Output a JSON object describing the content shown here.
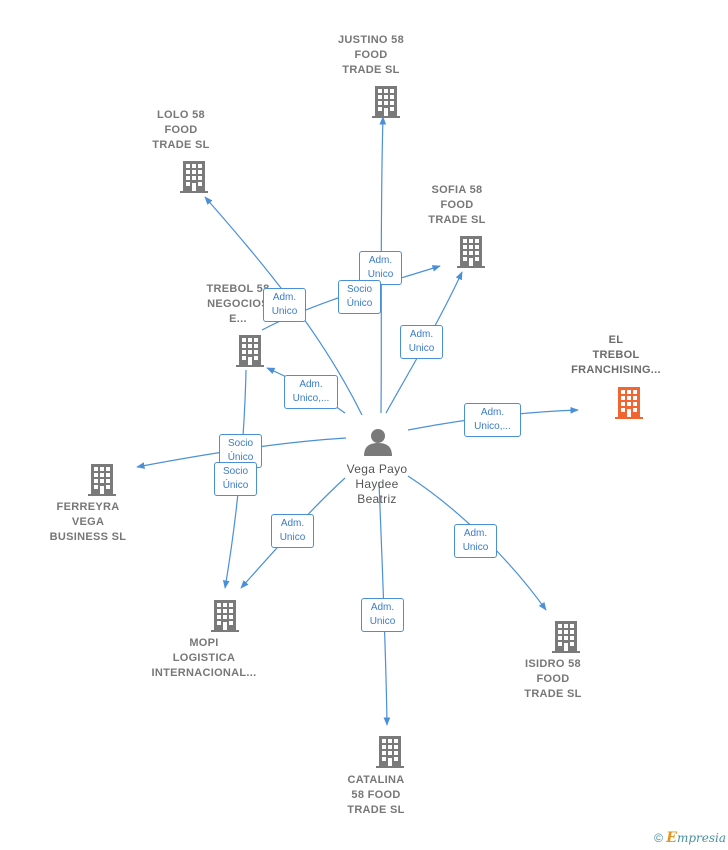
{
  "center": {
    "label_lines": [
      "Vega Payo",
      "Haydee",
      "Beatriz"
    ]
  },
  "companies": [
    {
      "id": "justino",
      "lines": [
        "JUSTINO 58",
        "FOOD",
        "TRADE  SL"
      ],
      "highlight": false
    },
    {
      "id": "lolo",
      "lines": [
        "LOLO 58",
        "FOOD",
        "TRADE  SL"
      ],
      "highlight": false
    },
    {
      "id": "sofia",
      "lines": [
        "SOFIA 58",
        "FOOD",
        "TRADE  SL"
      ],
      "highlight": false
    },
    {
      "id": "trebol_neg",
      "lines": [
        "TREBOL 58",
        "NEGOCIOS",
        "E..."
      ],
      "highlight": false
    },
    {
      "id": "eltrebol",
      "lines": [
        "EL",
        "TREBOL",
        "FRANCHISING..."
      ],
      "highlight": true
    },
    {
      "id": "ferreyra",
      "lines": [
        "FERREYRA",
        "VEGA",
        "BUSINESS SL"
      ],
      "highlight": false
    },
    {
      "id": "mopi",
      "lines": [
        "MOPI",
        "LOGISTICA",
        "INTERNACIONAL..."
      ],
      "highlight": false
    },
    {
      "id": "isidro",
      "lines": [
        "ISIDRO 58",
        "FOOD",
        "TRADE  SL"
      ],
      "highlight": false
    },
    {
      "id": "catalina",
      "lines": [
        "CATALINA",
        "58 FOOD",
        "TRADE  SL"
      ],
      "highlight": false
    }
  ],
  "edge_labels": [
    {
      "id": "e_justino",
      "lines": [
        "Adm.",
        "Unico"
      ]
    },
    {
      "id": "e_lolo",
      "lines": [
        "Adm.",
        "Unico"
      ]
    },
    {
      "id": "e_sofia_socio",
      "lines": [
        "Socio",
        "Único"
      ]
    },
    {
      "id": "e_sofia_adm",
      "lines": [
        "Adm.",
        "Unico"
      ]
    },
    {
      "id": "e_trebol",
      "lines": [
        "Adm.",
        "Unico,..."
      ]
    },
    {
      "id": "e_eltrebol",
      "lines": [
        "Adm.",
        "Unico,..."
      ]
    },
    {
      "id": "e_ferreyra",
      "lines": [
        "Socio",
        "Único"
      ]
    },
    {
      "id": "e_mopi_socio",
      "lines": [
        "Socio",
        "Único"
      ]
    },
    {
      "id": "e_mopi_adm",
      "lines": [
        "Adm.",
        "Unico"
      ]
    },
    {
      "id": "e_isidro",
      "lines": [
        "Adm.",
        "Unico"
      ]
    },
    {
      "id": "e_catalina",
      "lines": [
        "Adm.",
        "Unico"
      ]
    }
  ],
  "colors": {
    "edge": "#4a90d9",
    "building": "#7a7a7a",
    "building_highlight": "#f26430",
    "person": "#7a7a7a"
  },
  "footer": {
    "copyright": "©",
    "brand_initial": "E",
    "brand_rest": "mpresia"
  }
}
